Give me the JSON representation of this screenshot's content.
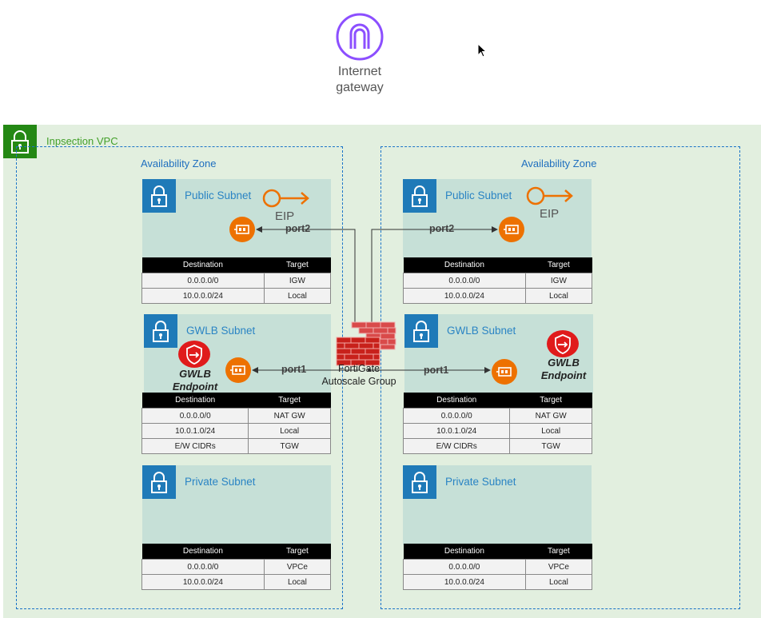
{
  "igw": {
    "label_line1": "Internet",
    "label_line2": "gateway",
    "icon": "internet-gateway-icon"
  },
  "vpc": {
    "label": "Inpsection VPC",
    "icon": "vpc-lock-icon"
  },
  "az_left": {
    "label": "Availability Zone"
  },
  "az_right": {
    "label": "Availability Zone"
  },
  "fortigate": {
    "line1": "FortiGate",
    "line2": "Autoscale Group",
    "icon": "firewall-brick-icon"
  },
  "left": {
    "public": {
      "label": "Public Subnet",
      "eip": "EIP",
      "port": "port2",
      "table": {
        "headers": [
          "Destination",
          "Target"
        ],
        "rows": [
          [
            "0.0.0.0/0",
            "IGW"
          ],
          [
            "10.0.0.0/24",
            "Local"
          ]
        ]
      }
    },
    "gwlb": {
      "label": "GWLB Subnet",
      "endpoint_line1": "GWLB",
      "endpoint_line2": "Endpoint",
      "port": "port1",
      "table": {
        "headers": [
          "Destination",
          "Target"
        ],
        "rows": [
          [
            "0.0.0.0/0",
            "NAT GW"
          ],
          [
            "10.0.1.0/24",
            "Local"
          ],
          [
            "E/W CIDRs",
            "TGW"
          ]
        ]
      }
    },
    "private": {
      "label": "Private Subnet",
      "table": {
        "headers": [
          "Destination",
          "Target"
        ],
        "rows": [
          [
            "0.0.0.0/0",
            "VPCe"
          ],
          [
            "10.0.0.0/24",
            "Local"
          ]
        ]
      }
    }
  },
  "right": {
    "public": {
      "label": "Public Subnet",
      "eip": "EIP",
      "port": "port2",
      "table": {
        "headers": [
          "Destination",
          "Target"
        ],
        "rows": [
          [
            "0.0.0.0/0",
            "IGW"
          ],
          [
            "10.0.0.0/24",
            "Local"
          ]
        ]
      }
    },
    "gwlb": {
      "label": "GWLB Subnet",
      "endpoint_line1": "GWLB",
      "endpoint_line2": "Endpoint",
      "port": "port1",
      "table": {
        "headers": [
          "Destination",
          "Target"
        ],
        "rows": [
          [
            "0.0.0.0/0",
            "NAT GW"
          ],
          [
            "10.0.1.0/24",
            "Local"
          ],
          [
            "E/W CIDRs",
            "TGW"
          ]
        ]
      }
    },
    "private": {
      "label": "Private Subnet",
      "table": {
        "headers": [
          "Destination",
          "Target"
        ],
        "rows": [
          [
            "0.0.0.0/0",
            "VPCe"
          ],
          [
            "10.0.0.0/24",
            "Local"
          ]
        ]
      }
    }
  },
  "colors": {
    "vpc_bg": "#e2efdf",
    "vpc_green": "#248814",
    "subnet_bg": "#c6e0d7",
    "subnet_blue": "#1f7ab8",
    "eni_orange": "#ed7100",
    "gwlb_red": "#e01b1b",
    "firewall_red": "#c8211b"
  }
}
